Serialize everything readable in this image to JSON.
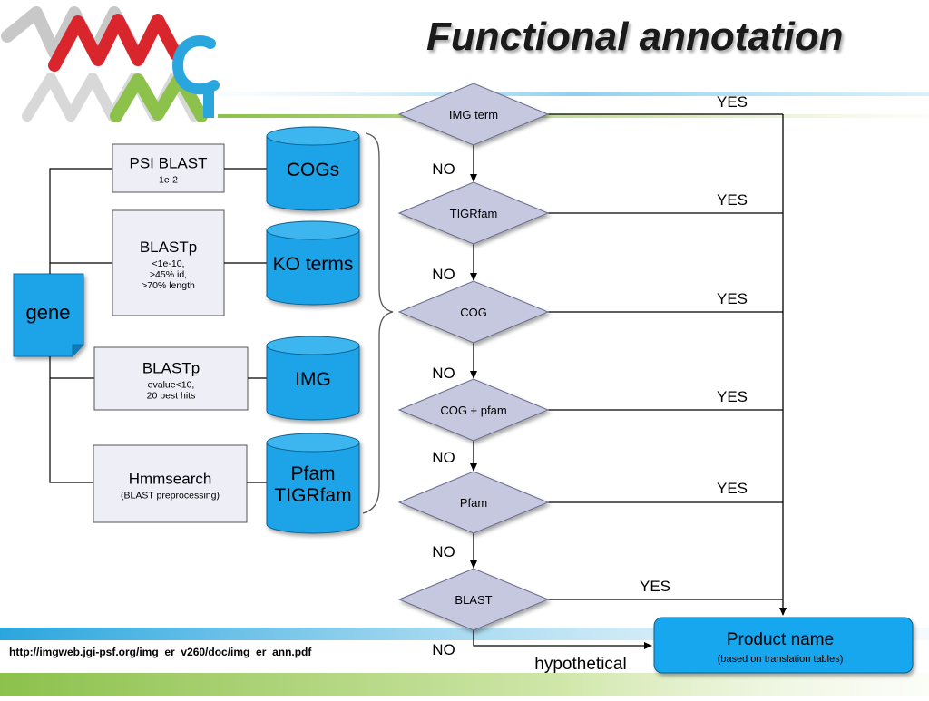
{
  "title": "Functional annotation",
  "footer_url": "http://imgweb.jgi-psf.org/img_er_v260/doc/img_er_ann.pdf",
  "gene_label": "gene",
  "tools": [
    {
      "name": "PSI BLAST",
      "lines": [
        "1e-2"
      ]
    },
    {
      "name": "BLASTp",
      "lines": [
        "<1e-10,",
        ">45% id,",
        ">70% length"
      ]
    },
    {
      "name": "BLASTp",
      "lines": [
        "evalue<10,",
        "20 best hits"
      ]
    },
    {
      "name": "Hmmsearch",
      "lines": [
        "(BLAST preprocessing)"
      ]
    }
  ],
  "databases": [
    {
      "lines": [
        "COGs"
      ]
    },
    {
      "lines": [
        "KO terms"
      ]
    },
    {
      "lines": [
        "IMG"
      ]
    },
    {
      "lines": [
        "Pfam",
        "TIGRfam"
      ]
    }
  ],
  "decisions": [
    "IMG term",
    "TIGRfam",
    "COG",
    "COG + pfam",
    "Pfam",
    "BLAST"
  ],
  "yes_label": "YES",
  "no_label": "NO",
  "result": {
    "title": "Product name",
    "subtitle": "(based on translation tables)"
  },
  "fallback_label": "hypothetical",
  "colors": {
    "cylinder": "#1aa3e8",
    "diamond": "#c6c8e0",
    "result_box": "#19a7ee",
    "gene": "#1aa3e8",
    "logo_red": "#d8262c",
    "logo_green": "#8cc14c",
    "logo_gray": "#c8c8c8",
    "logo_blue": "#2aa6de"
  }
}
